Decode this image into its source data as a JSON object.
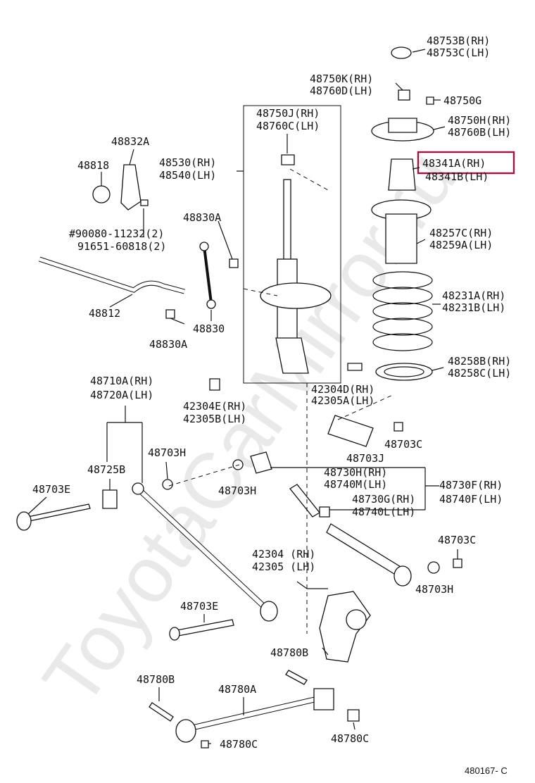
{
  "watermark": "ToyotaCarMirror.ru",
  "figure_code": "480167- C",
  "highlight_color": "#a0153e",
  "parts": {
    "p48753": [
      "48753B(RH)",
      "48753C(LH)"
    ],
    "p48750k": [
      "48750K(RH)",
      "48760D(LH)"
    ],
    "p48750g": "48750G",
    "p48750h": [
      "48750H(RH)",
      "48760B(LH)"
    ],
    "p48341": [
      "48341A(RH)",
      "48341B(LH)"
    ],
    "p48257": [
      "48257C(RH)",
      "48259A(LH)"
    ],
    "p48231": [
      "48231A(RH)",
      "48231B(LH)"
    ],
    "p48258": [
      "48258B(RH)",
      "48258C(LH)"
    ],
    "p48750j": [
      "48750J(RH)",
      "48760C(LH)"
    ],
    "p48530": [
      "48530(RH)",
      "48540(LH)"
    ],
    "p48832a": "48832A",
    "p48818": "48818",
    "p48830a_top": "48830A",
    "bolts": [
      "#90080-11232(2)",
      "91651-60818(2)"
    ],
    "p48812": "48812",
    "p48830": "48830",
    "p48830a_bot": "48830A",
    "p42304d": [
      "42304D(RH)",
      "42305A(LH)"
    ],
    "p48710": [
      "48710A(RH)",
      "48720A(LH)"
    ],
    "p42304e": [
      "42304E(RH)",
      "42305B(LH)"
    ],
    "p48703j": "48703J",
    "p48703c_mid": "48703C",
    "p48703h_left": "48703H",
    "p48725b": "48725B",
    "p48703e_left": "48703E",
    "p48703h_mid": "48703H",
    "p48730h": [
      "48730H(RH)",
      "48740M(LH)"
    ],
    "p48730f": [
      "48730F(RH)",
      "48740F(LH)"
    ],
    "p48730g": [
      "48730G(RH)",
      "48740L(LH)"
    ],
    "p48703c_right": "48703C",
    "p42304": [
      "42304 (RH)",
      "42305 (LH)"
    ],
    "p48703h_right": "48703H",
    "p48703e_bot": "48703E",
    "p48780b_mid": "48780B",
    "p48780b_left": "48780B",
    "p48780a": "48780A",
    "p48780c_left": "48780C",
    "p48780c_right": "48780C"
  }
}
